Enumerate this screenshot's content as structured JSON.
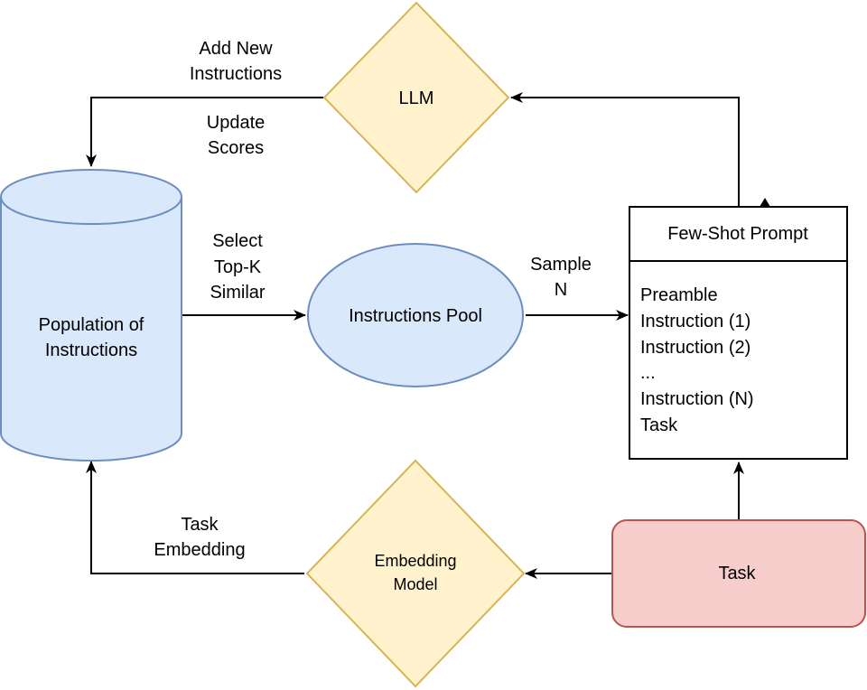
{
  "colors": {
    "cylinder_fill": "#dae8fc",
    "cylinder_stroke": "#6c8ebf",
    "ellipse_fill": "#dae8fc",
    "ellipse_stroke": "#6c8ebf",
    "diamond_fill": "#fff2cc",
    "diamond_stroke": "#d6b656",
    "task_fill": "#f8cecc",
    "task_stroke": "#b85450",
    "box_stroke": "#000000",
    "edge": "#000000"
  },
  "nodes": {
    "llm": {
      "label": "LLM"
    },
    "population": {
      "line1": "Population of",
      "line2": "Instructions"
    },
    "pool": {
      "label": "Instructions Pool"
    },
    "prompt": {
      "title": "Few-Shot Prompt",
      "items": [
        "Preamble",
        "Instruction (1)",
        "Instruction (2)",
        "...",
        "Instruction (N)",
        "Task"
      ]
    },
    "embedding": {
      "line1": "Embedding",
      "line2": "Model"
    },
    "task": {
      "label": "Task"
    }
  },
  "edges": {
    "add_new": {
      "line1": "Add New",
      "line2": "Instructions"
    },
    "update": {
      "line1": "Update",
      "line2": "Scores"
    },
    "select": {
      "line1": "Select",
      "line2": "Top-K",
      "line3": "Similar"
    },
    "sample": {
      "line1": "Sample",
      "line2": "N"
    },
    "task_embedding": {
      "line1": "Task",
      "line2": "Embedding"
    }
  }
}
